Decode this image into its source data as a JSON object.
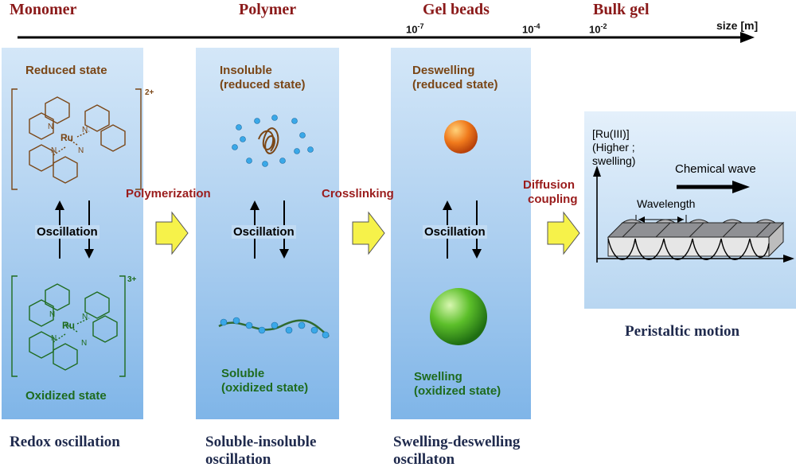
{
  "header": {
    "stages": [
      "Monomer",
      "Polymer",
      "Gel beads",
      "Bulk gel"
    ],
    "ticks": [
      {
        "base": "10",
        "exp": "-7"
      },
      {
        "base": "10",
        "exp": "-4"
      },
      {
        "base": "10",
        "exp": "-2"
      }
    ],
    "axis_label": "size [m]"
  },
  "panel_monomer": {
    "top_label": "Reduced state",
    "top_charge": "2+",
    "bottom_charge": "3+",
    "metal": "Ru",
    "atom_n": "N",
    "oscillation": "Oscillation",
    "bottom_label": "Oxidized state",
    "caption": "Redox oscillation"
  },
  "panel_polymer": {
    "top_label_1": "Insoluble",
    "top_label_2": "(reduced state)",
    "oscillation": "Oscillation",
    "bottom_label_1": "Soluble",
    "bottom_label_2": "(oxidized state)",
    "caption_1": "Soluble-insoluble",
    "caption_2": "oscillation"
  },
  "panel_gel": {
    "top_label_1": "Deswelling",
    "top_label_2": "(reduced state)",
    "oscillation": "Oscillation",
    "bottom_label_1": "Swelling",
    "bottom_label_2": "(oxidized state)",
    "caption_1": "Swelling-deswelling",
    "caption_2": "oscillaton"
  },
  "processes": {
    "p1": "Polymerization",
    "p2": "Crosslinking",
    "p3_1": "Diffusion",
    "p3_2": "coupling"
  },
  "panel_bulk": {
    "ylabel_1": "[Ru(III)]",
    "ylabel_2": "(Higher ;",
    "ylabel_3": "swelling)",
    "wave_label": "Chemical wave",
    "wavelength": "Wavelength",
    "caption": "Peristaltic motion"
  },
  "colors": {
    "stage_title": "#8b1a1a",
    "reduced": "#7a4616",
    "oxidized": "#1e6b1e",
    "arrow_fill": "#f6f24a",
    "dot": "#3aa8e8"
  }
}
